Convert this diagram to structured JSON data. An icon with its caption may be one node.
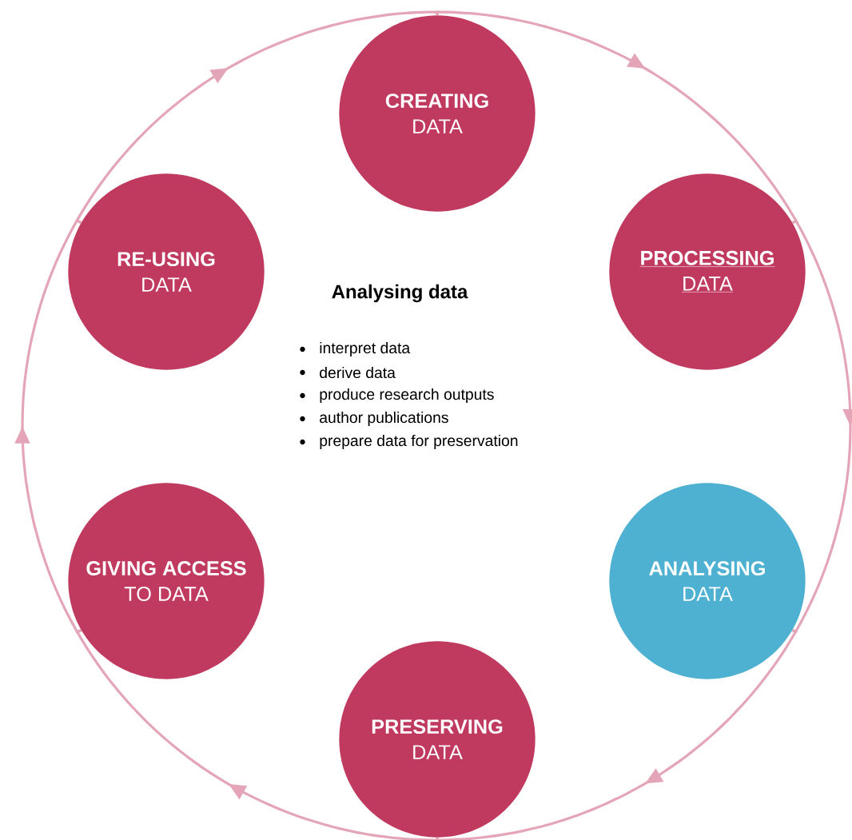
{
  "diagram": {
    "title": "Analysing data",
    "nodes": [
      {
        "text": [
          "CREATING",
          "DATA"
        ]
      },
      {
        "text": [
          "RE-USING",
          "DATA"
        ]
      },
      {
        "text": [
          "PROCESSING",
          "DATA"
        ]
      },
      {
        "text": [
          "GIVING ACCESS",
          "TO DATA"
        ]
      },
      {
        "text": [
          "ANALYSING",
          "DATA"
        ]
      },
      {
        "text": [
          "PRESERVING",
          "DATA"
        ]
      }
    ],
    "edges": [
      {
        "from": 1,
        "to": 0,
        "arrow": "to"
      },
      {
        "from": 0,
        "to": 2,
        "arrow": "to"
      },
      {
        "from": 2,
        "to": 4,
        "arrow": "to"
      },
      {
        "from": 4,
        "to": 5,
        "arrow": "to"
      },
      {
        "from": 5,
        "to": 3,
        "arrow": "to"
      },
      {
        "from": 3,
        "to": 1,
        "arrow": "to"
      }
    ],
    "labels": [
      "interpret data",
      "derive data",
      "produce research outputs",
      "author publications",
      "prepare data for preservation"
    ]
  }
}
